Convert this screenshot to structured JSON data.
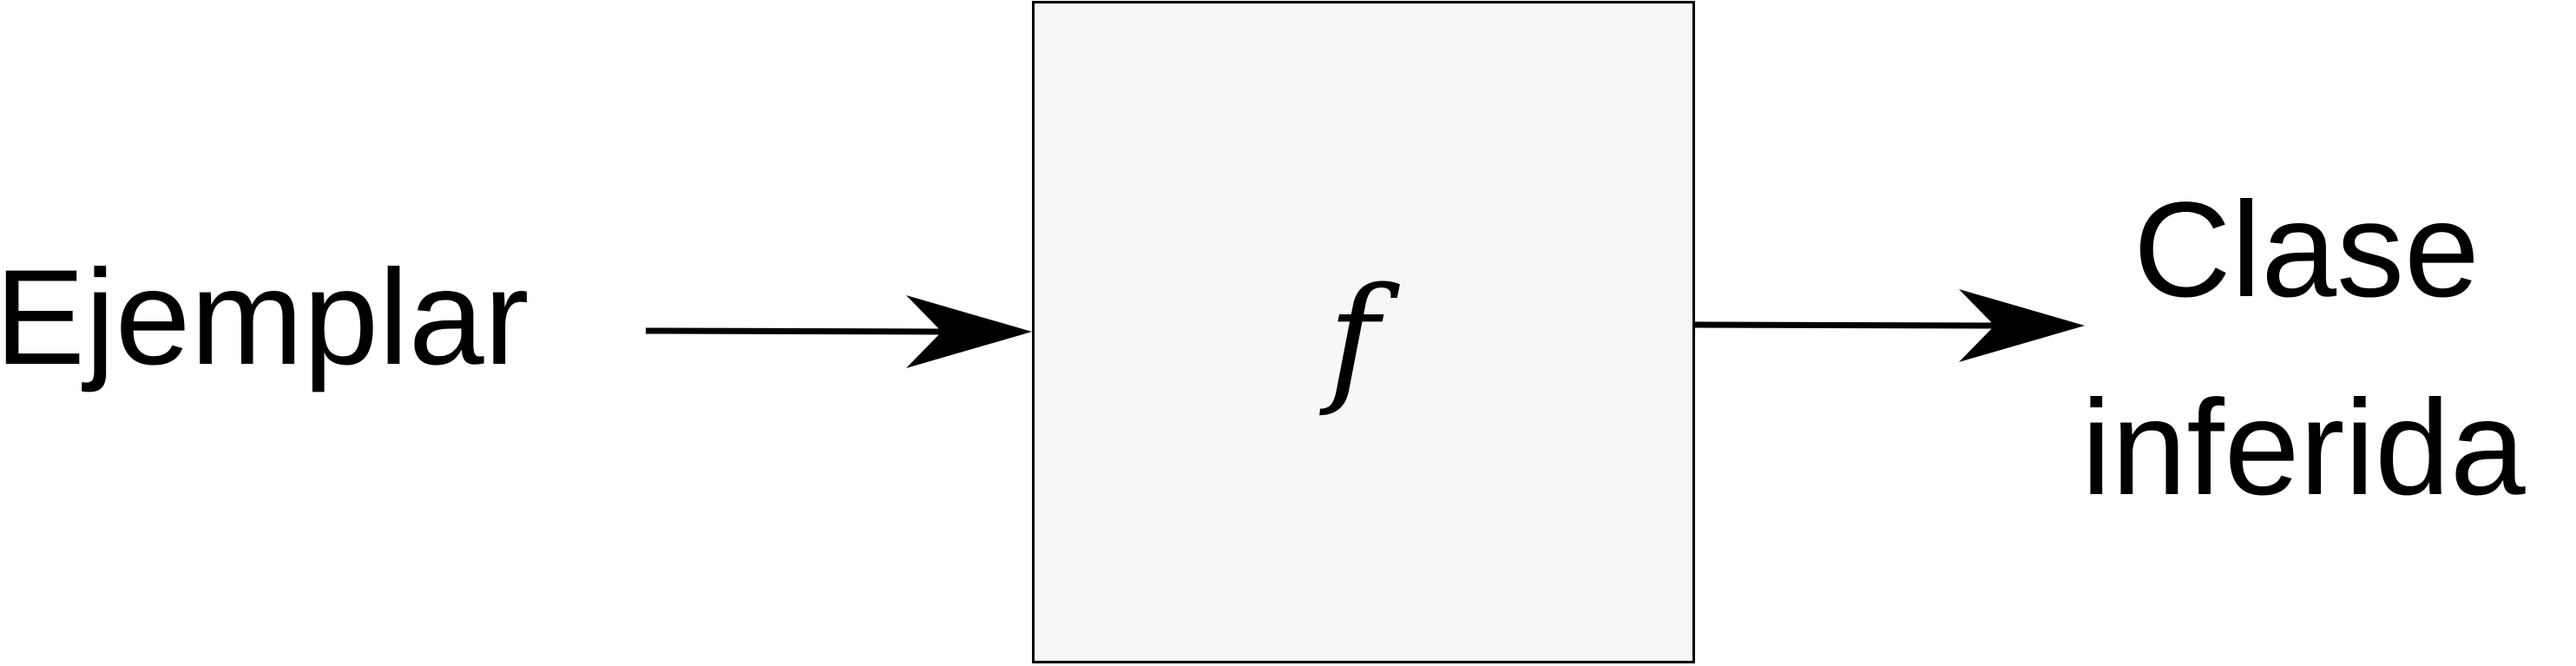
{
  "diagram": {
    "input_label": "Ejemplar",
    "function_label": "f",
    "output_label_line1": "Clase",
    "output_label_line2": "inferida"
  }
}
